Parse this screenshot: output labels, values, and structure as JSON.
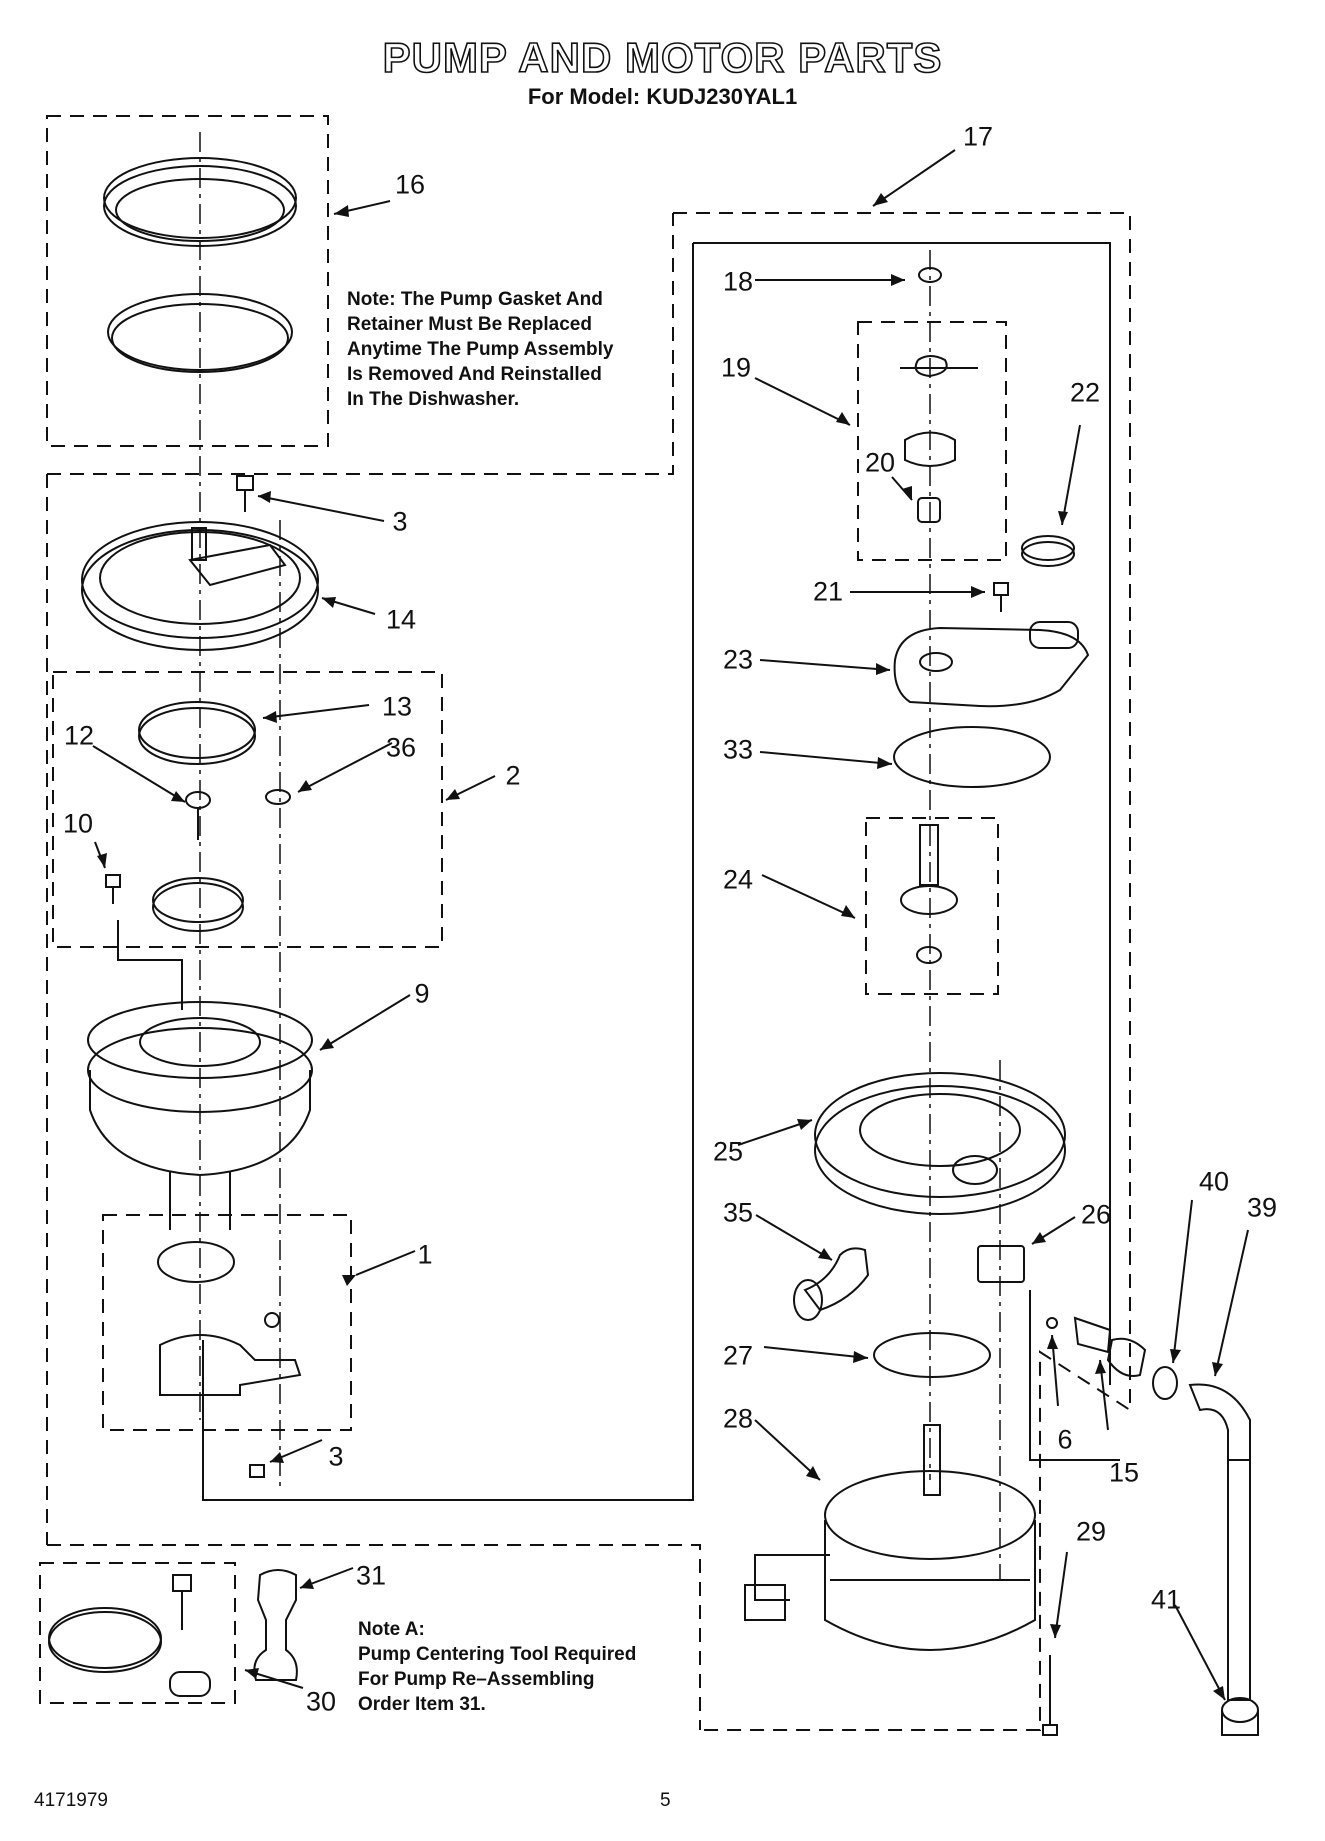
{
  "header": {
    "title": "PUMP AND MOTOR PARTS",
    "model_line": "For Model: KUDJ230YAL1"
  },
  "notes": {
    "gasket_note": [
      "Note: The Pump Gasket And",
      "Retainer Must Be Replaced",
      "Anytime The Pump Assembly",
      "Is Removed And Reinstalled",
      "In The Dishwasher."
    ],
    "note_a": [
      "Note A:",
      "Pump Centering Tool Required",
      "For Pump Re–Assembling",
      "Order Item 31."
    ]
  },
  "callouts": [
    "16",
    "17",
    "18",
    "19",
    "20",
    "22",
    "21",
    "23",
    "33",
    "24",
    "3",
    "14",
    "13",
    "12",
    "36",
    "2",
    "10",
    "9",
    "25",
    "35",
    "26",
    "40",
    "39",
    "27",
    "6",
    "15",
    "1",
    "28",
    "3",
    "29",
    "41",
    "31",
    "30"
  ],
  "footer": {
    "doc_number": "4171979",
    "page_number": "5"
  }
}
